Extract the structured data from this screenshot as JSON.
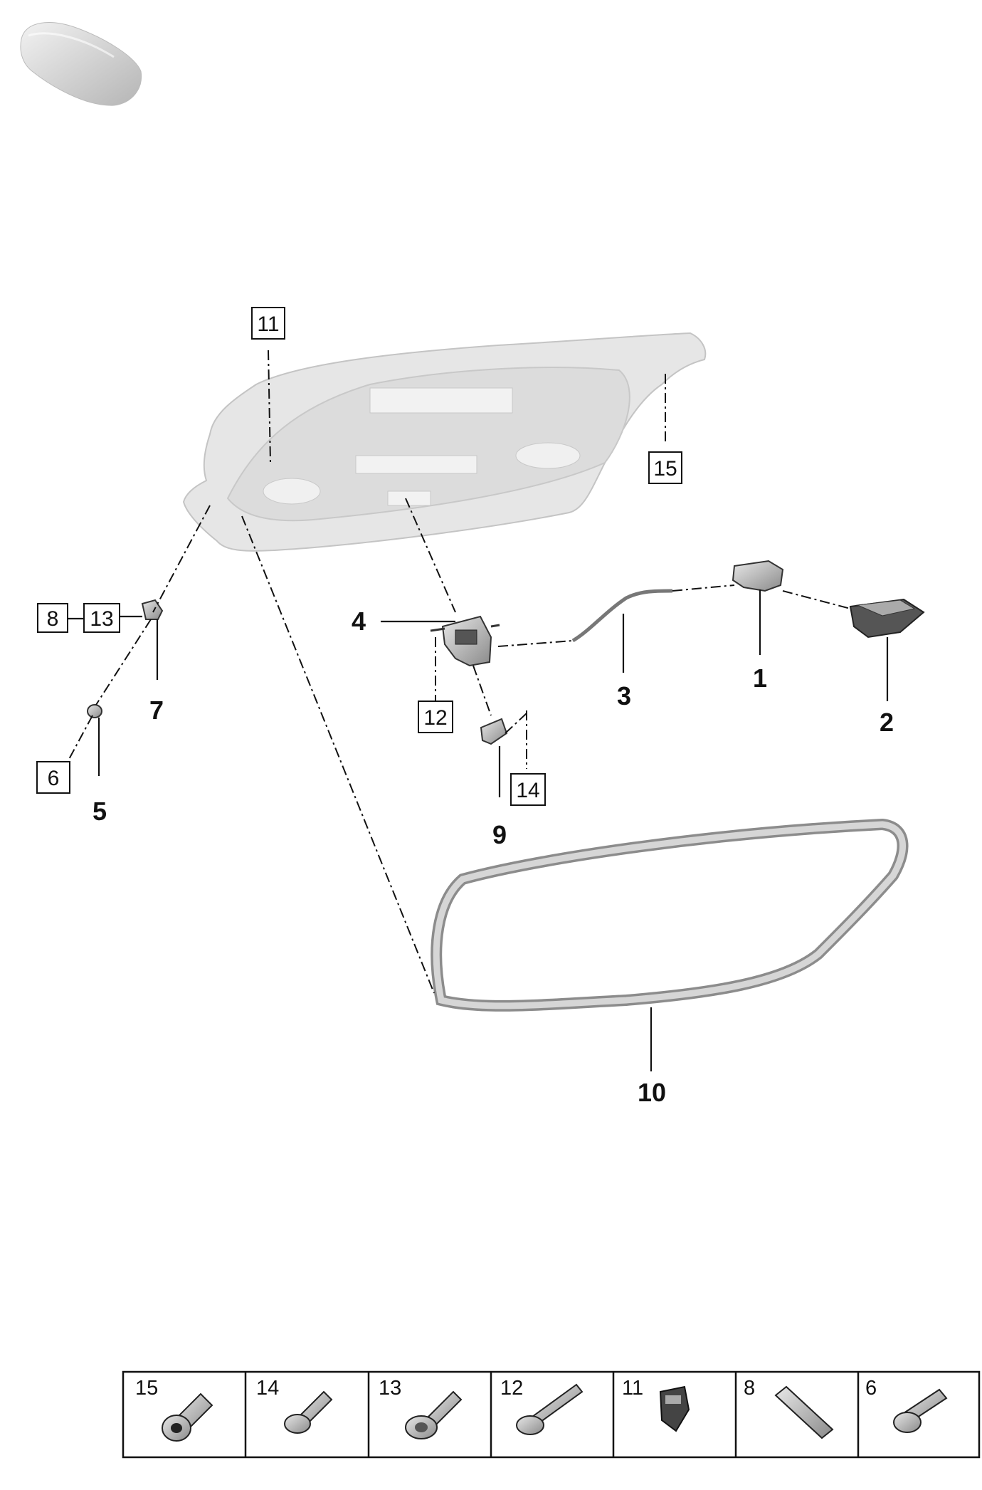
{
  "callouts_bold": [
    "1",
    "2",
    "3",
    "4",
    "5",
    "7",
    "9",
    "10"
  ],
  "callouts_boxed": [
    "6",
    "8",
    "11",
    "12",
    "13",
    "14",
    "15"
  ],
  "fastener_table": {
    "cells": [
      {
        "num": "15",
        "icon": "rivet-nut-icon"
      },
      {
        "num": "14",
        "icon": "bolt-icon"
      },
      {
        "num": "13",
        "icon": "flange-bolt-icon"
      },
      {
        "num": "12",
        "icon": "stud-bolt-icon"
      },
      {
        "num": "11",
        "icon": "clip-nut-icon"
      },
      {
        "num": "8",
        "icon": "cap-icon"
      },
      {
        "num": "6",
        "icon": "screw-icon"
      }
    ]
  },
  "colors": {
    "line": "#111111",
    "part_fill": "#d8d8d8",
    "lid_fill": "#e6e6e6"
  }
}
